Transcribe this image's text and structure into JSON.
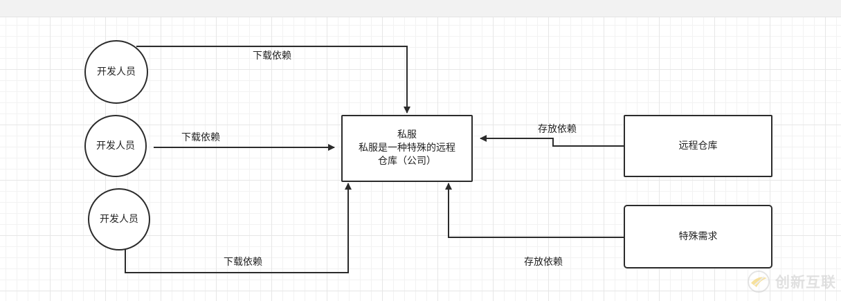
{
  "nodes": {
    "dev1": {
      "label": "开发人员"
    },
    "dev2": {
      "label": "开发人员"
    },
    "dev3": {
      "label": "开发人员"
    },
    "private_server": {
      "title": "私服",
      "desc_line1": "私服是一种特殊的远程",
      "desc_line2": "仓库（公司）"
    },
    "remote_repo": {
      "label": "远程仓库"
    },
    "special_req": {
      "label": "特殊需求"
    }
  },
  "edges": {
    "dev1_download": {
      "label": "下载依赖"
    },
    "dev2_download": {
      "label": "下载依赖"
    },
    "dev3_download": {
      "label": "下载依赖"
    },
    "remote_store": {
      "label": "存放依赖"
    },
    "special_store": {
      "label": "存放依赖"
    }
  },
  "watermark": {
    "text": "创新互联"
  },
  "colors": {
    "stroke": "#2b2b2b",
    "grid": "#e6e6e6",
    "topbar": "#f2f2f2"
  }
}
